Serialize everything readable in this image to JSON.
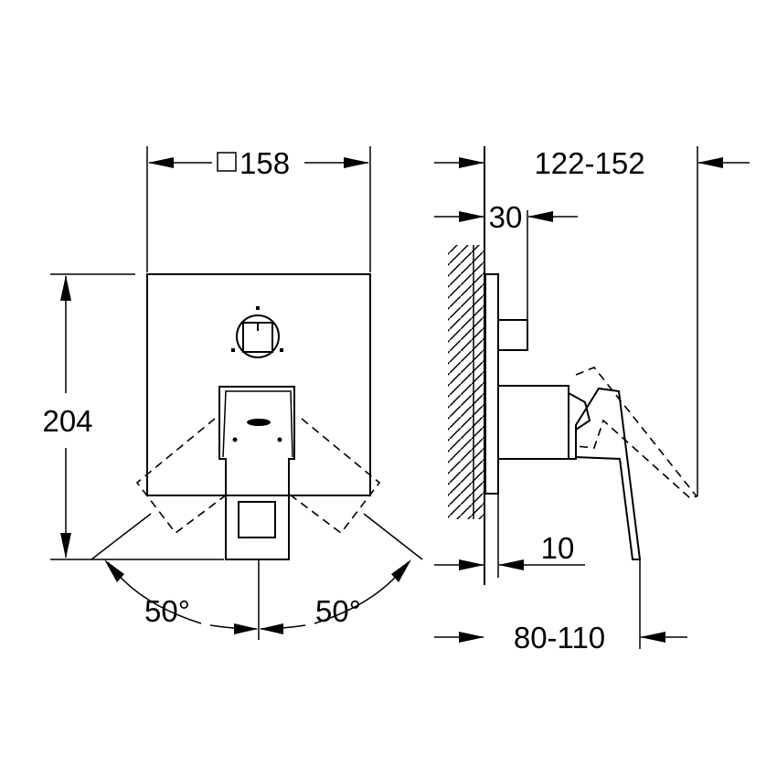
{
  "front_view": {
    "width_label": "158",
    "width_symbol": "square",
    "height_label": "204",
    "angle_left_label": "50°",
    "angle_right_label": "50°"
  },
  "side_view": {
    "depth_max_label": "122-152",
    "diverter_label": "30",
    "plate_label": "10",
    "lever_label": "80-110"
  }
}
